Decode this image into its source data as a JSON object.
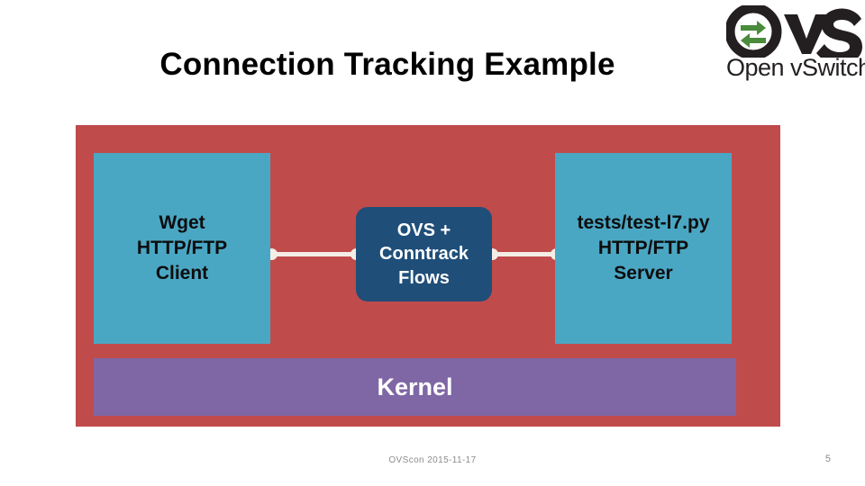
{
  "slide": {
    "title": "Connection Tracking Example",
    "page_number": "5",
    "footer": "OVScon 2015-11-17"
  },
  "logo": {
    "name": "ovs-logo",
    "wordmark": "Open vSwitch",
    "mark_text": "OvS",
    "ring_color": "#231f20",
    "arrow_color": "#4a8b3c",
    "text_color": "#231f20"
  },
  "diagram": {
    "panel_color": "#c04b4b",
    "connector_color": "#f3ede6",
    "nodes": [
      {
        "id": "client",
        "lines": [
          "Wget",
          "HTTP/FTP",
          "Client"
        ],
        "fill": "#4aa7c4",
        "text_color": "#0d0d0d"
      },
      {
        "id": "ovs",
        "lines": [
          "OVS +",
          "Conntrack",
          "Flows"
        ],
        "fill": "#1f4e79",
        "text_color": "#ffffff"
      },
      {
        "id": "server",
        "lines": [
          "tests/test-l7.py",
          "HTTP/FTP",
          "Server"
        ],
        "fill": "#4aa7c4",
        "text_color": "#0d0d0d"
      }
    ],
    "kernel": {
      "label": "Kernel",
      "fill": "#7f66a5",
      "text_color": "#ffffff"
    }
  }
}
